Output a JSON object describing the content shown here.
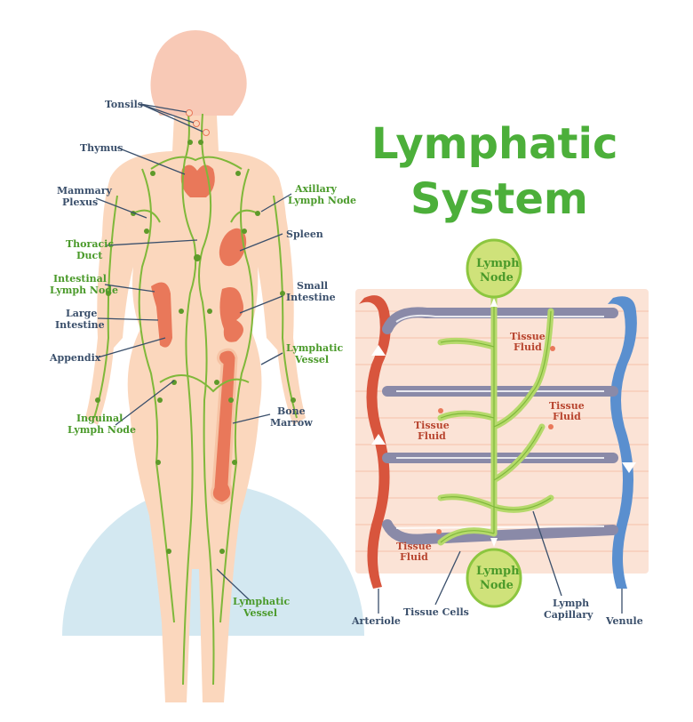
{
  "title": {
    "line1": "Lymphatic",
    "line2": "System"
  },
  "body_labels": {
    "tonsils": "Tonsils",
    "thymus": "Thymus",
    "mammary_1": "Mammary",
    "mammary_2": "Plexus",
    "thoracic_1": "Thoracic",
    "thoracic_2": "Duct",
    "intestinal_1": "Intestinal",
    "intestinal_2": "Lymph Node",
    "large_1": "Large",
    "large_2": "Intestine",
    "appendix": "Appendix",
    "inguinal_1": "Inguinal",
    "inguinal_2": "Lymph Node",
    "axillary_1": "Axillary",
    "axillary_2": "Lymph Node",
    "spleen": "Spleen",
    "small_1": "Small",
    "small_2": "Intestine",
    "lymph_vessel_1": "Lymphatic",
    "lymph_vessel_2": "Vessel",
    "bone_1": "Bone",
    "bone_2": "Marrow",
    "lymph_vessel_lower_1": "Lymphatic",
    "lymph_vessel_lower_2": "Vessel"
  },
  "detail_labels": {
    "lymph_node_top_1": "Lymph",
    "lymph_node_top_2": "Node",
    "lymph_node_bottom_1": "Lymph",
    "lymph_node_bottom_2": "Node",
    "tissue_fluid_a_1": "Tissue",
    "tissue_fluid_a_2": "Fluid",
    "tissue_fluid_b_1": "Tissue",
    "tissue_fluid_b_2": "Fluid",
    "tissue_fluid_c_1": "Tissue",
    "tissue_fluid_c_2": "Fluid",
    "tissue_fluid_d_1": "Tissue",
    "tissue_fluid_d_2": "Fluid",
    "arteriole": "Arteriole",
    "tissue_cells": "Tissue Cells",
    "lymph_capillary_1": "Lymph",
    "lymph_capillary_2": "Capillary",
    "venule": "Venule"
  },
  "colors": {
    "skin": "#fbd7bd",
    "skin_dark": "#f6c3a4",
    "lymph_green": "#8cc63f",
    "lymph_dark": "#5e9a2a",
    "organ": "#e9785a",
    "artery": "#d8553d",
    "vein": "#5a8fcf",
    "ground": "#d3e8f1",
    "label_dark": "#3a4f6b",
    "label_green": "#4a9a2a",
    "title_green": "#4caf3a"
  }
}
